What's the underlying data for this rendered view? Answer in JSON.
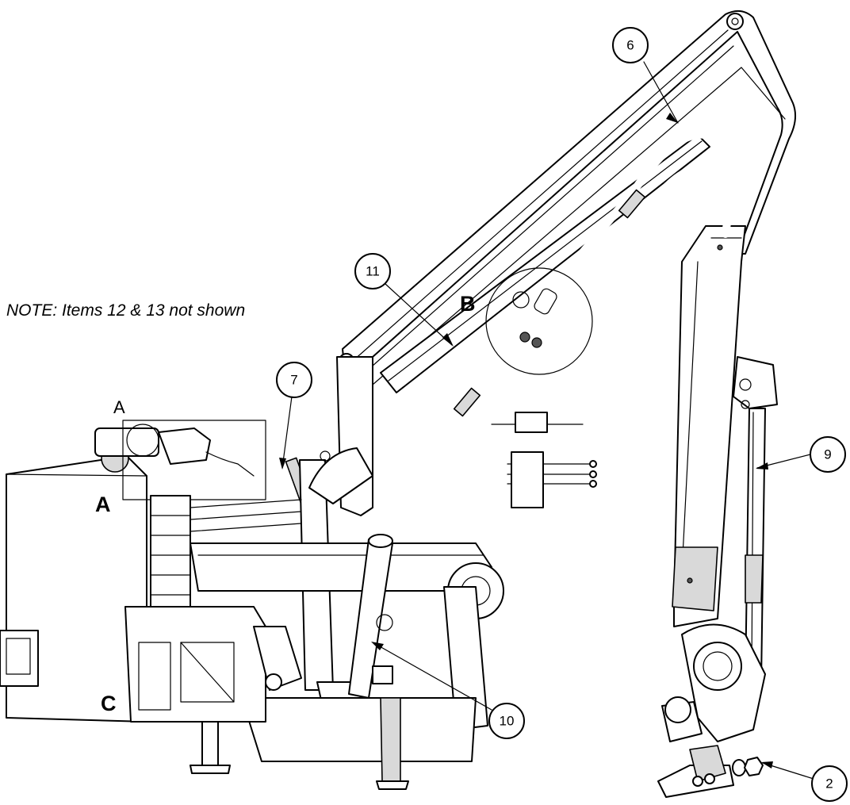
{
  "note": "NOTE: Items 12 & 13 not shown",
  "views": {
    "a_small": "A",
    "a_bold": "A",
    "b": "B",
    "c": "C"
  },
  "callouts": {
    "item_6": "6",
    "item_11": "11",
    "item_7": "7",
    "item_9": "9",
    "item_10": "10",
    "item_2": "2"
  }
}
